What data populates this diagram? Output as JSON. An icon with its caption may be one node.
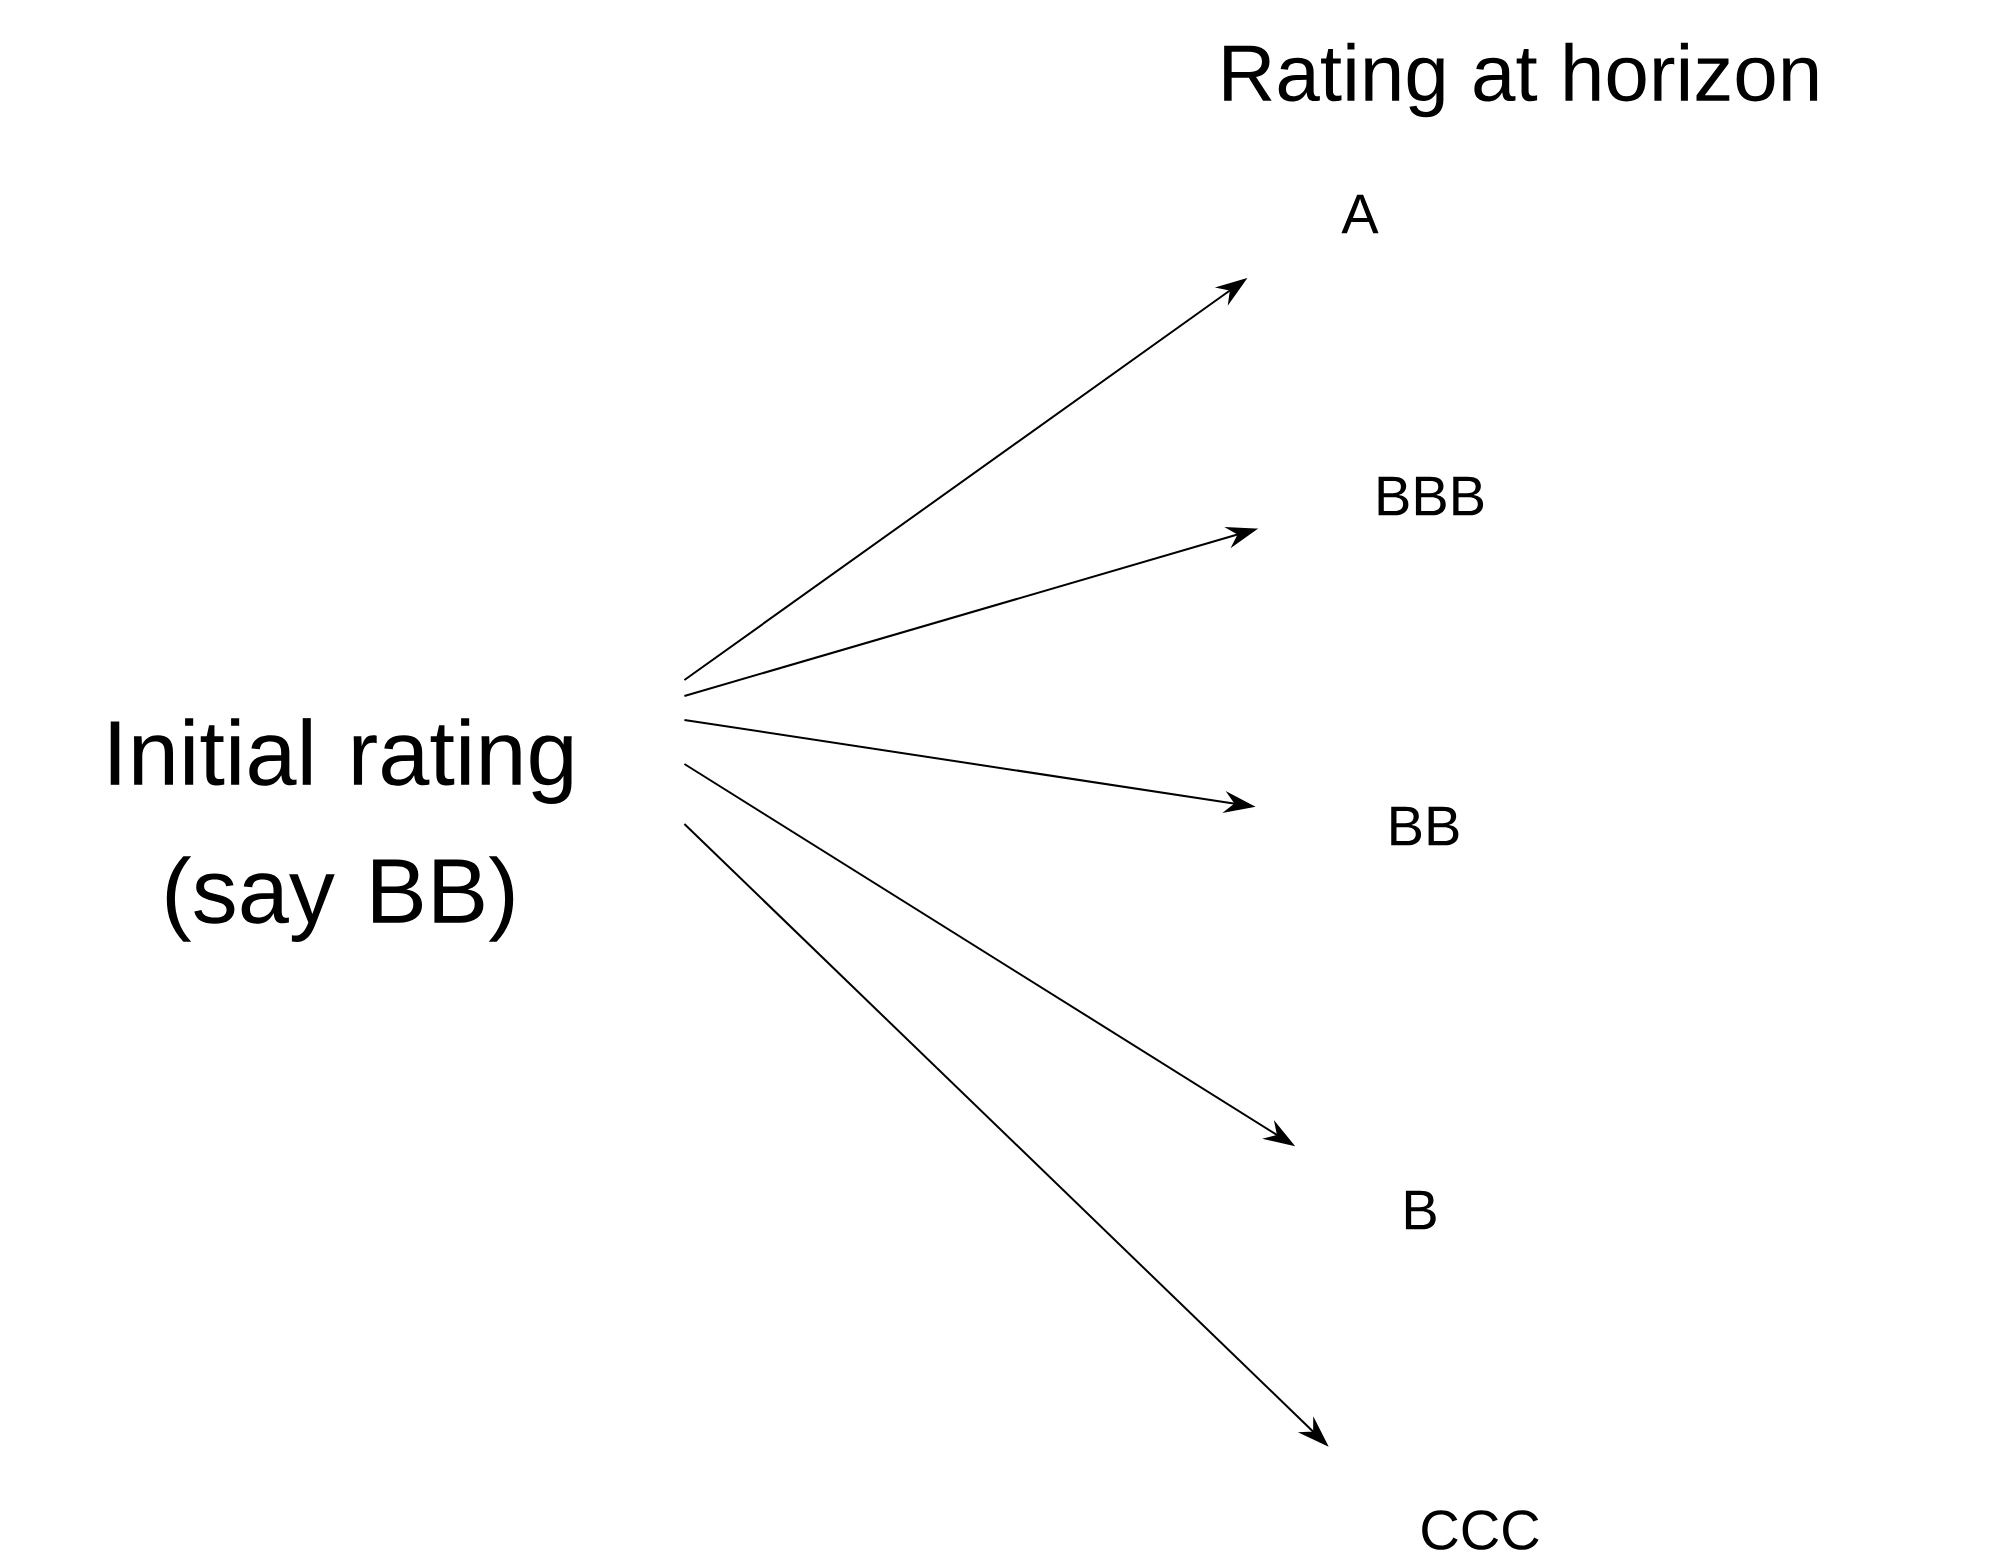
{
  "diagram": {
    "title": "Rating at horizon",
    "nodes": [
      {
        "text": [
          "Initial rating (say BB)"
        ]
      },
      {
        "text": [
          "A"
        ]
      },
      {
        "text": [
          "BBB"
        ]
      },
      {
        "text": [
          "BB"
        ]
      },
      {
        "text": [
          "B"
        ]
      },
      {
        "text": [
          "CCC"
        ]
      }
    ],
    "edges": [
      {
        "from": 0,
        "to": 1,
        "arrow": "to"
      },
      {
        "from": 0,
        "to": 2,
        "arrow": "to"
      },
      {
        "from": 0,
        "to": 3,
        "arrow": "to"
      },
      {
        "from": 0,
        "to": 4,
        "arrow": "to"
      },
      {
        "from": 0,
        "to": 5,
        "arrow": "to"
      }
    ]
  }
}
